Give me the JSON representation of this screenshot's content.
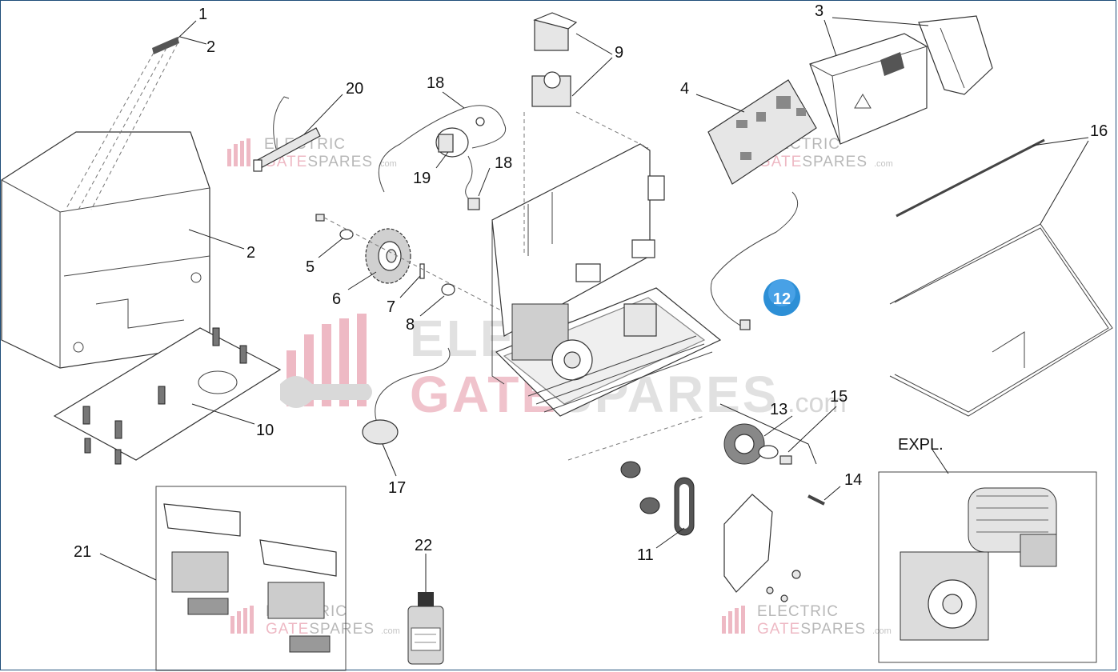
{
  "callouts": {
    "c1": "1",
    "c2a": "2",
    "c2b": "2",
    "c3": "3",
    "c4": "4",
    "c5": "5",
    "c6": "6",
    "c7": "7",
    "c8": "8",
    "c9": "9",
    "c10": "10",
    "c11": "11",
    "c12": "12",
    "c13": "13",
    "c14": "14",
    "c15": "15",
    "c16": "16",
    "c17": "17",
    "c18a": "18",
    "c18b": "18",
    "c19": "19",
    "c20": "20",
    "c21": "21",
    "c22": "22"
  },
  "expl_label": "EXPL.",
  "watermark": {
    "word1": "ELECTRIC",
    "word2_a": "GATE",
    "word2_b": "SPARES",
    "suffix": ".com"
  },
  "colors": {
    "badge": "#2d8fd6",
    "watermark_pink": "#eeb9c4",
    "frame": "#1f4e79"
  }
}
